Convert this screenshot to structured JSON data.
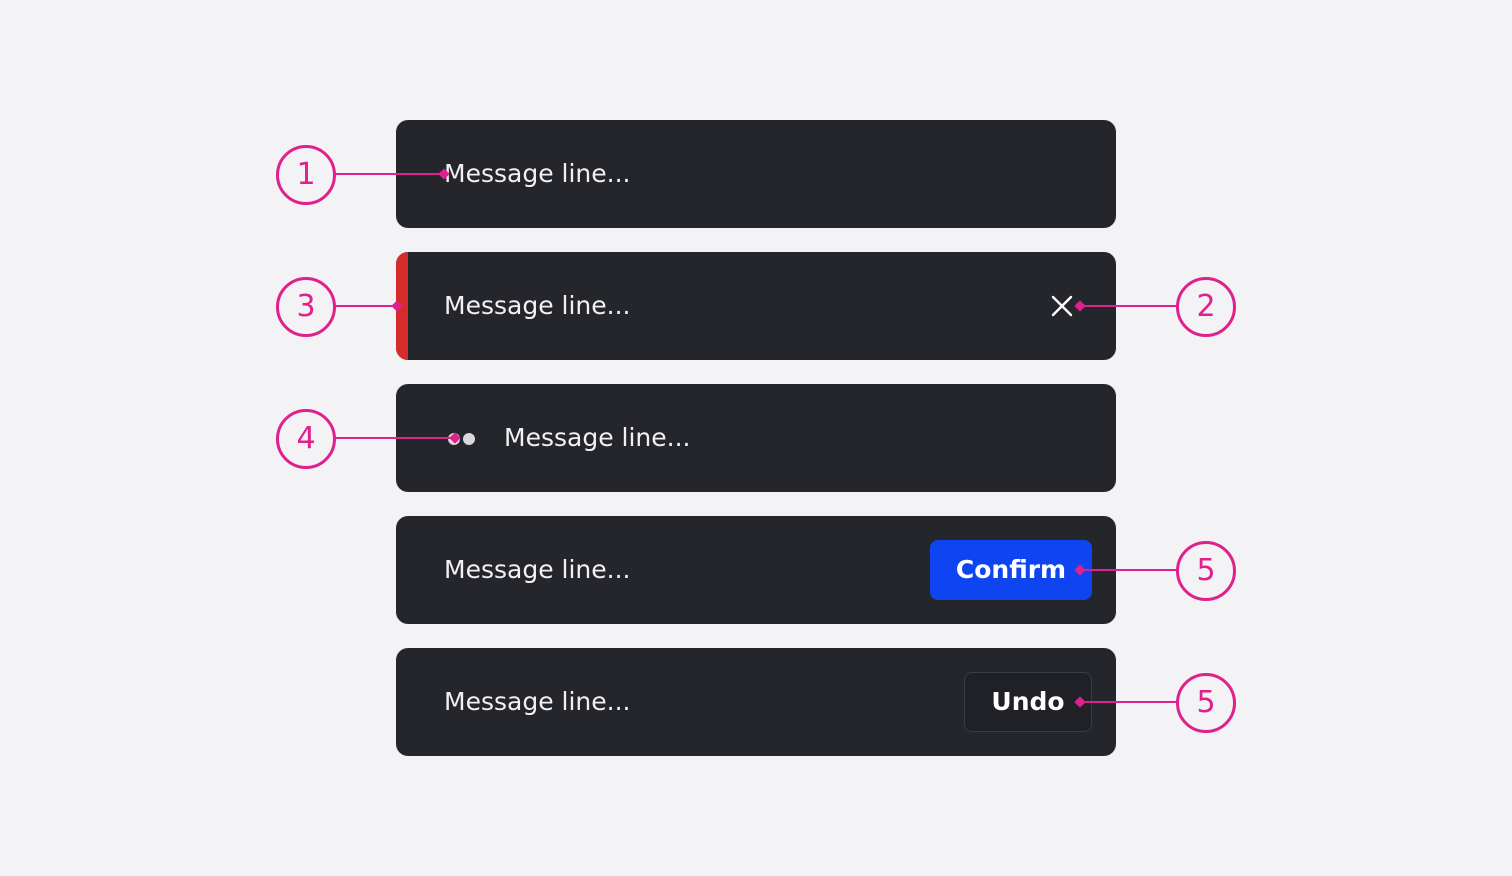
{
  "toasts": [
    {
      "message": "Message line..."
    },
    {
      "message": "Message line...",
      "accent_color": "#d52b2b",
      "close_icon": "close-icon"
    },
    {
      "message": "Message line...",
      "indicator_icon": "loading-dots-icon"
    },
    {
      "message": "Message line...",
      "action_label": "Confirm",
      "action_color": "#0e45f0"
    },
    {
      "message": "Message line...",
      "action_label": "Undo"
    }
  ],
  "callouts": [
    {
      "label": "1"
    },
    {
      "label": "3"
    },
    {
      "label": "2"
    },
    {
      "label": "4"
    },
    {
      "label": "5"
    },
    {
      "label": "5"
    }
  ],
  "colors": {
    "background": "#f3f3f5",
    "toast_background": "#25262b",
    "callout": "#e0208c",
    "text": "#f1f1f3"
  }
}
